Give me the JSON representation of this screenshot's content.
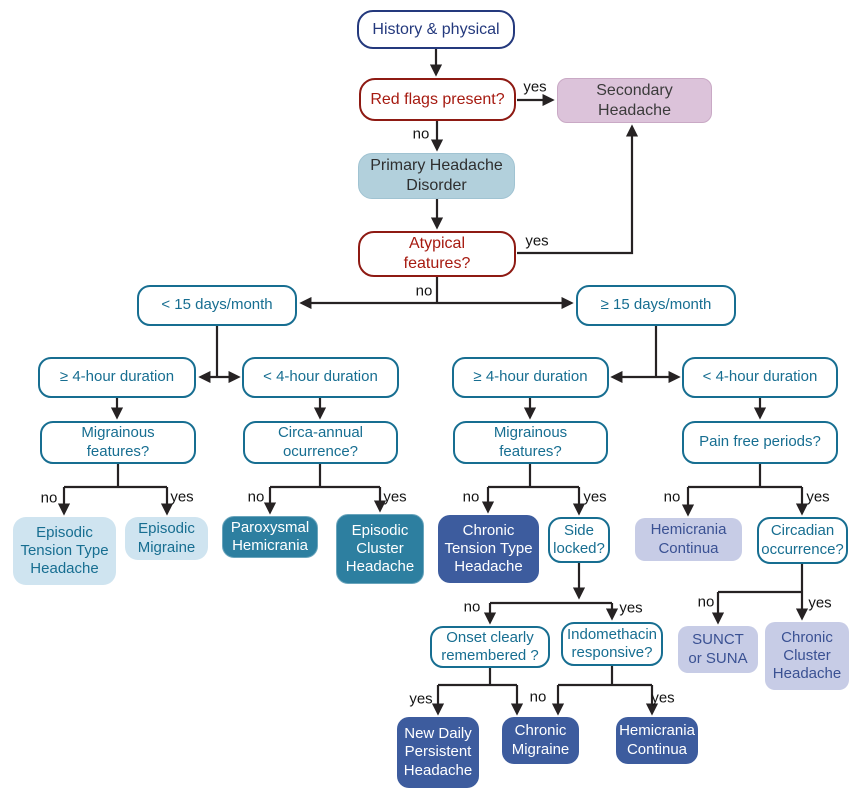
{
  "colors": {
    "navy_outline": "#24397d",
    "red_outline": "#8e1a13",
    "red_text": "#a61a10",
    "teal_outline": "#176e91",
    "teal_fill": "#2d7fa0",
    "light_blue_fill": "#cfe4f0",
    "blue_gray_fill": "#b2d0dc",
    "pink_fill": "#dcc3da",
    "lavender_fill": "#c7cce6",
    "dark_blue_fill": "#3d5c9e",
    "connector_line": "#262223"
  },
  "nodes": {
    "history": {
      "label": "History & physical"
    },
    "redflags": {
      "label": "Red flags present?"
    },
    "secondary": {
      "label": "Secondary\nHeadache"
    },
    "primary": {
      "label": "Primary Headache\nDisorder"
    },
    "atypical": {
      "label": "Atypical\nfeatures?"
    },
    "lt15": {
      "label": "< 15 days/month"
    },
    "ge15": {
      "label": "≥ 15 days/month"
    },
    "l_ge4": {
      "label": "≥ 4-hour duration"
    },
    "l_lt4": {
      "label": "< 4-hour duration"
    },
    "r_ge4": {
      "label": "≥ 4-hour duration"
    },
    "r_lt4": {
      "label": "< 4-hour duration"
    },
    "l_migrainous": {
      "label": "Migrainous\nfeatures?"
    },
    "circa_annual": {
      "label": "Circa-annual\nocurrence?"
    },
    "r_migrainous": {
      "label": "Migrainous\nfeatures?"
    },
    "pain_free": {
      "label": "Pain free periods?"
    },
    "etth": {
      "label": "Episodic\nTension Type\nHeadache"
    },
    "emigraine": {
      "label": "Episodic\nMigraine"
    },
    "paroxysmal": {
      "label": "Paroxysmal\nHemicrania"
    },
    "ecluster": {
      "label": "Episodic\nCluster\nHeadache"
    },
    "ctth": {
      "label": "Chronic\nTension Type\nHeadache"
    },
    "side_locked": {
      "label": "Side\nlocked?"
    },
    "hemicrania1": {
      "label": "Hemicrania\nContinua"
    },
    "circadian": {
      "label": "Circadian\noccurrence?"
    },
    "onset": {
      "label": "Onset clearly\nremembered ?"
    },
    "indomethacin": {
      "label": "Indomethacin\nresponsive?"
    },
    "sunct": {
      "label": "SUNCT\nor SUNA"
    },
    "ccluster": {
      "label": "Chronic\nCluster\nHeadache"
    },
    "ndph": {
      "label": "New Daily\nPersistent\nHeadache"
    },
    "cmigraine": {
      "label": "Chronic\nMigraine"
    },
    "hemicrania2": {
      "label": "Hemicrania\nContinua"
    }
  },
  "edges": {
    "red_flags_yes": "yes",
    "red_flags_no": "no",
    "atypical_yes": "yes",
    "atypical_no": "no",
    "l_migrainous_no": "no",
    "l_migrainous_yes": "yes",
    "circa_annual_no": "no",
    "circa_annual_yes": "yes",
    "r_migrainous_no": "no",
    "r_migrainous_yes": "yes",
    "pain_free_no": "no",
    "pain_free_yes": "yes",
    "side_locked_no": "no",
    "side_locked_yes": "yes",
    "circadian_no": "no",
    "circadian_yes": "yes",
    "onset_yes": "yes",
    "middle_no": "no",
    "indomethacin_yes": "yes"
  }
}
